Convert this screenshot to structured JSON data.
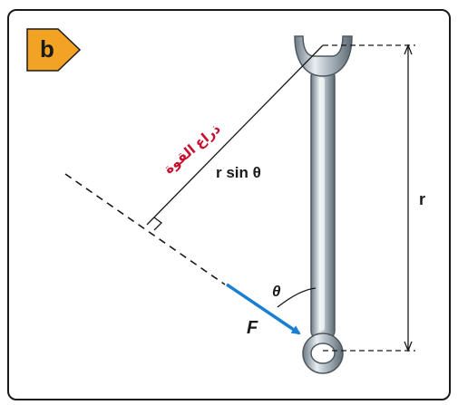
{
  "panel": {
    "badge_label": "b",
    "badge_color": "#f2a324"
  },
  "labels": {
    "moment_arm_arabic": "ذراع القوة",
    "moment_arm_expression": "r sin θ",
    "length_label": "r",
    "angle_label": "θ",
    "force_label": "F"
  },
  "colors": {
    "arabic_text": "#c8102e",
    "force_arrow": "#1a7fd0",
    "lines": "#1a1a1a"
  }
}
